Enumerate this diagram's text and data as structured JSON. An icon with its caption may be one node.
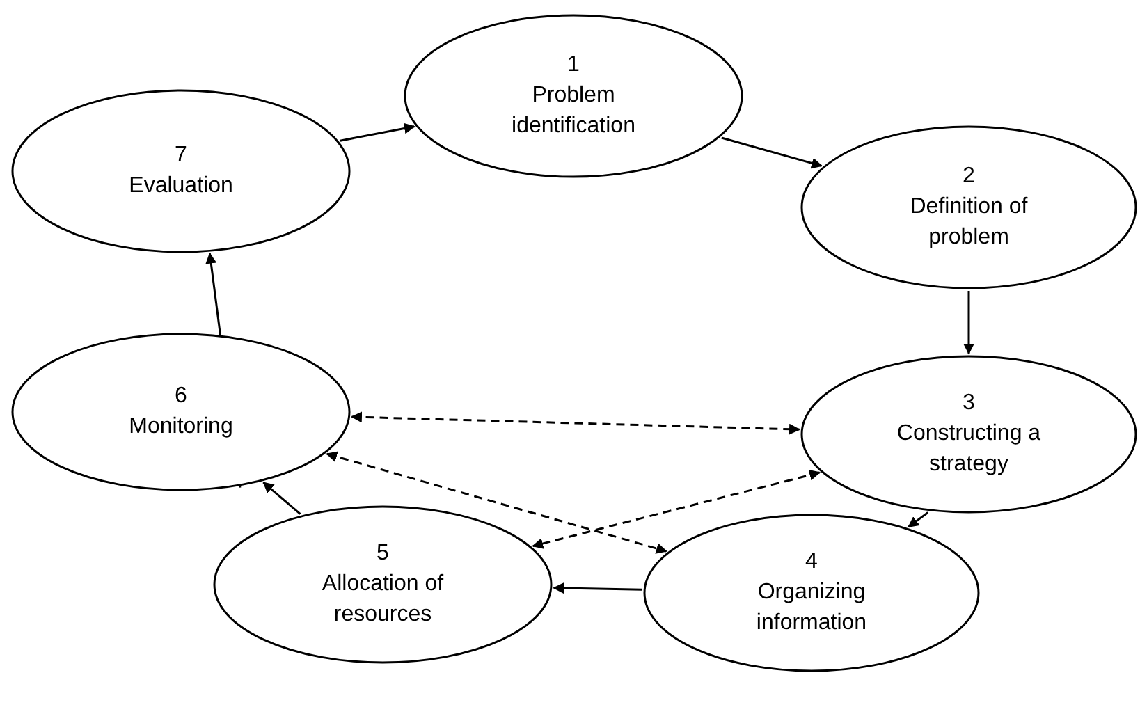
{
  "diagram": {
    "nodes": [
      {
        "text": [
          "1",
          "Problem identification"
        ]
      },
      {
        "text": [
          "2",
          "Definition of problem"
        ]
      },
      {
        "text": [
          "3",
          "Constructing a strategy"
        ]
      },
      {
        "text": [
          "4",
          "Organizing information"
        ]
      },
      {
        "text": [
          "5",
          "Allocation of resources"
        ]
      },
      {
        "text": [
          "6",
          "Monitoring"
        ]
      },
      {
        "text": [
          "7",
          "Evaluation"
        ]
      }
    ],
    "edges": [
      {
        "from": 6,
        "to": 0,
        "arrow": "to"
      },
      {
        "from": 0,
        "to": 1,
        "arrow": "to"
      },
      {
        "from": 1,
        "to": 2,
        "arrow": "to"
      },
      {
        "from": 2,
        "to": 3,
        "arrow": "to"
      },
      {
        "from": 3,
        "to": 4,
        "arrow": "to"
      },
      {
        "from": 4,
        "to": 5,
        "arrow": "to"
      },
      {
        "from": 5,
        "to": 6,
        "arrow": "to"
      },
      {
        "from": 5,
        "to": 2,
        "arrow": "both",
        "style": "dashed"
      },
      {
        "from": 5,
        "to": 3,
        "arrow": "both",
        "style": "dashed"
      },
      {
        "from": 2,
        "to": 4,
        "arrow": "both",
        "style": "dashed"
      }
    ]
  }
}
